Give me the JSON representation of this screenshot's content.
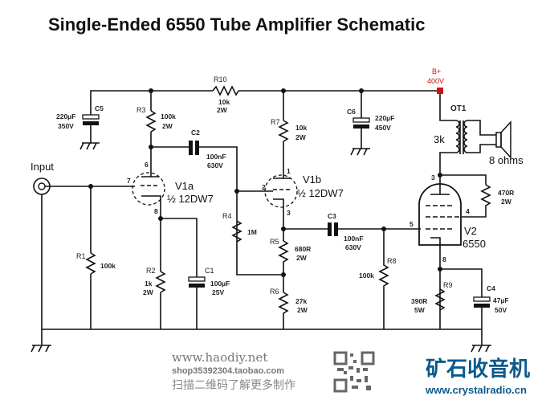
{
  "title": "Single-Ended 6550 Tube Amplifier Schematic",
  "colors": {
    "supply": "#d01010",
    "wire": "#111111"
  },
  "supply": {
    "name": "B+",
    "voltage": "400V"
  },
  "input_label": "Input",
  "components": {
    "R10": {
      "ref": "R10",
      "v1": "10k",
      "v2": "2W"
    },
    "C5": {
      "ref": "C5",
      "v1": "220µF",
      "v2": "350V"
    },
    "R3": {
      "ref": "R3",
      "v1": "100k",
      "v2": "2W"
    },
    "C2": {
      "ref": "C2",
      "v1": "100nF",
      "v2": "630V"
    },
    "V1a": {
      "ref": "V1a",
      "v1": "½ 12DW7",
      "pins": [
        "6",
        "7",
        "8"
      ]
    },
    "R1": {
      "ref": "R1",
      "v1": "100k"
    },
    "R2": {
      "ref": "R2",
      "v1": "1k",
      "v2": "2W"
    },
    "C1": {
      "ref": "C1",
      "v1": "100µF",
      "v2": "25V"
    },
    "R4": {
      "ref": "R4",
      "v1": "1M"
    },
    "R7": {
      "ref": "R7",
      "v1": "10k",
      "v2": "2W"
    },
    "V1b": {
      "ref": "V1b",
      "v1": "½ 12DW7",
      "pins": [
        "1",
        "2",
        "3"
      ]
    },
    "R5": {
      "ref": "R5",
      "v1": "680R",
      "v2": "2W"
    },
    "R6": {
      "ref": "R6",
      "v1": "27k",
      "v2": "2W"
    },
    "C3": {
      "ref": "C3",
      "v1": "100nF",
      "v2": "630V"
    },
    "R8": {
      "ref": "R8",
      "v1": "100k"
    },
    "C6": {
      "ref": "C6",
      "v1": "220µF",
      "v2": "450V"
    },
    "OT1": {
      "ref": "OT1",
      "v1": "3k",
      "v2": "8 ohms"
    },
    "V2": {
      "ref": "V2",
      "v1": "6550",
      "pins": [
        "3",
        "4",
        "5",
        "8"
      ]
    },
    "R470": {
      "v1": "470R",
      "v2": "2W"
    },
    "R9": {
      "ref": "R9",
      "v1": "390R",
      "v2": "5W"
    },
    "C4": {
      "ref": "C4",
      "v1": "47µF",
      "v2": "50V"
    }
  },
  "footer": {
    "site": "www.haodiy.net",
    "shop": "shop35392304.taobao.com",
    "scan": "扫描二维码了解更多制作",
    "brand": "矿石收音机",
    "brand_url": "www.crystalradio.cn"
  }
}
